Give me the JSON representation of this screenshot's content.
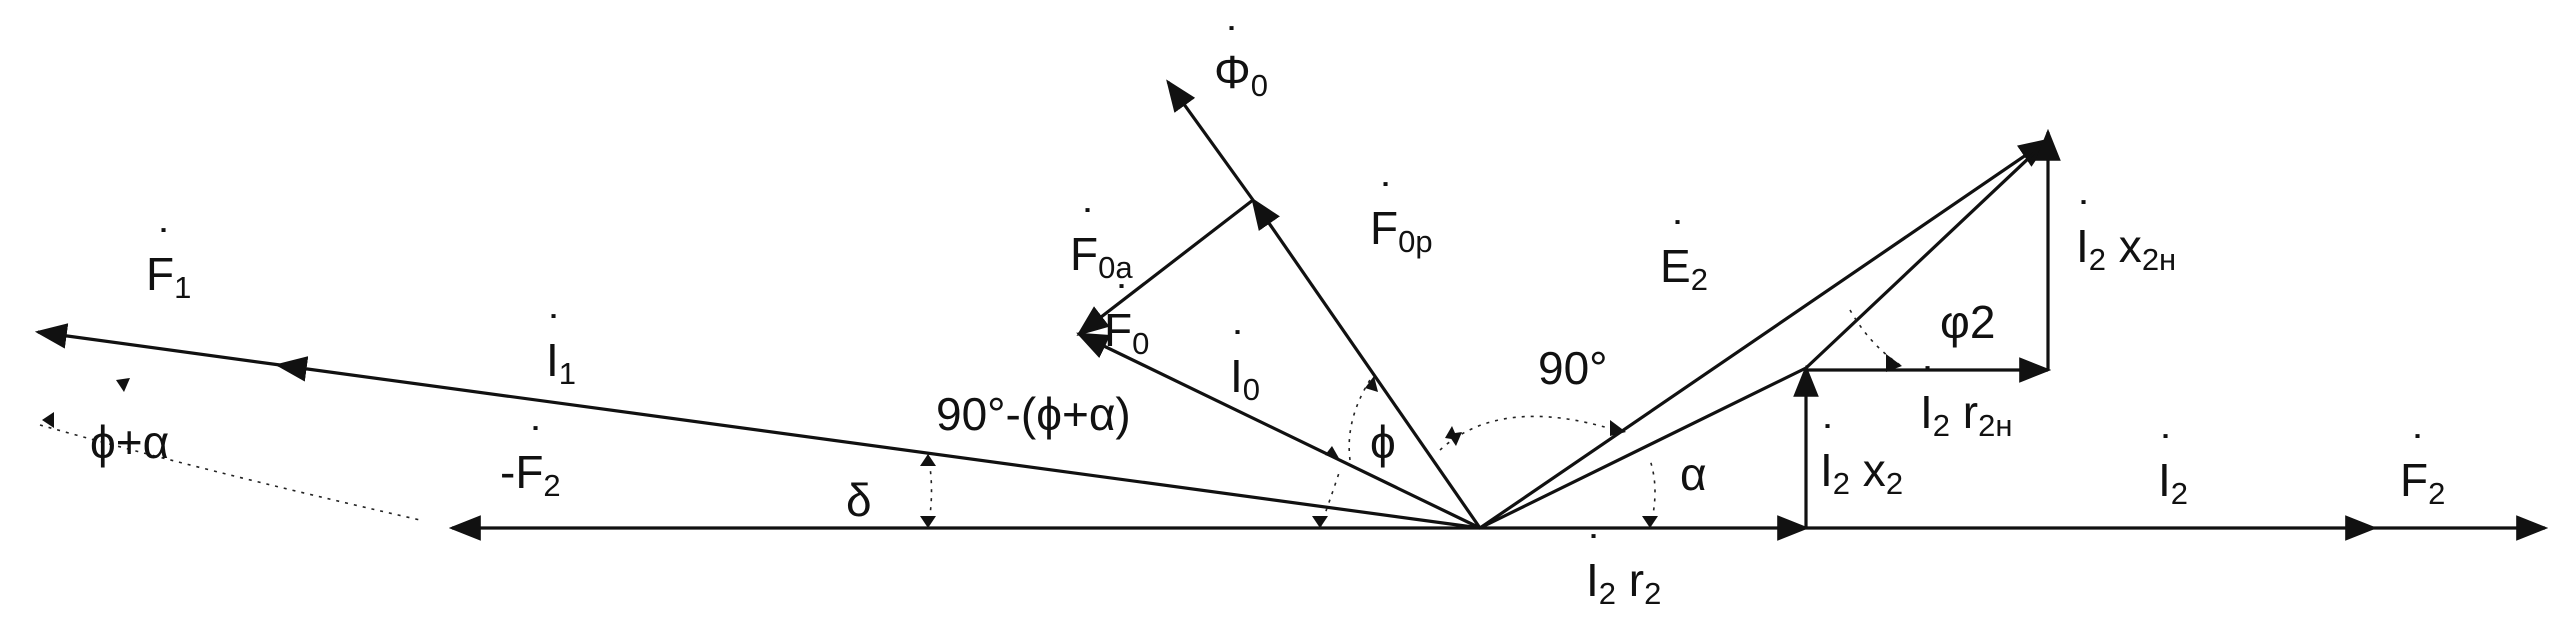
{
  "colors": {
    "ink": "#111111",
    "background": "#ffffff"
  },
  "labels": {
    "phi0": {
      "main": "Φ",
      "sub": "0",
      "dot": "˙"
    },
    "f0a": {
      "main": "F",
      "sub": "0a",
      "dot": "˙"
    },
    "f0p": {
      "main": "F",
      "sub": "0p",
      "dot": "˙"
    },
    "f1": {
      "main": "F",
      "sub": "1",
      "dot": "˙"
    },
    "f0": {
      "main": "F",
      "sub": "0",
      "dot": "˙"
    },
    "i1": {
      "main": "I",
      "sub": "1",
      "dot": "˙"
    },
    "i0": {
      "main": "I",
      "sub": "0",
      "dot": "˙"
    },
    "e2": {
      "main": "E",
      "sub": "2",
      "dot": "˙"
    },
    "minus_f2": {
      "main": "-F",
      "sub": "2",
      "dot": "˙"
    },
    "i2": {
      "main": "I",
      "sub": "2",
      "dot": "˙"
    },
    "f2": {
      "main": "F",
      "sub": "2",
      "dot": "˙"
    },
    "i2x2h": {
      "main": "I",
      "sub": "2",
      "main2": " x",
      "sub2": "2н",
      "dot": "˙"
    },
    "i2r2h": {
      "main": "I",
      "sub": "2",
      "main2": " r",
      "sub2": "2н",
      "dot": "˙"
    },
    "i2x2": {
      "main": "I",
      "sub": "2",
      "main2": " x",
      "sub2": "2",
      "dot": "˙"
    },
    "i2r2": {
      "main": "I",
      "sub": "2",
      "main2": " r",
      "sub2": "2",
      "dot": "˙"
    }
  },
  "angles": {
    "phi_plus_alpha": "ϕ+α",
    "ninety_minus": "90°-(ϕ+α)",
    "delta": "δ",
    "phi": "ϕ",
    "ninety": "90°",
    "alpha": "α",
    "phi2": "φ2"
  }
}
